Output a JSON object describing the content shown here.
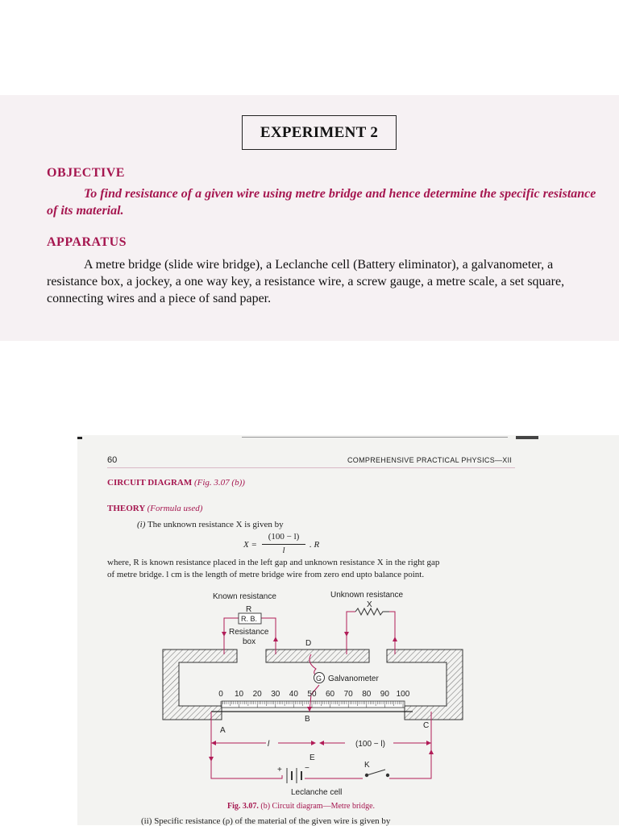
{
  "page1": {
    "title": "EXPERIMENT 2",
    "objective_heading": "OBJECTIVE",
    "objective_text": "To find resistance of a given wire using metre bridge and hence determine the specific resistance of its material.",
    "apparatus_heading": "APPARATUS",
    "apparatus_text": "A metre bridge (slide wire bridge), a Leclanche cell (Battery eliminator), a galvanometer, a resistance box, a jockey, a one way key, a resistance wire, a screw gauge, a metre scale, a set square, connecting wires and a piece of sand paper."
  },
  "page2": {
    "page_number": "60",
    "running_head": "COMPREHENSIVE PRACTICAL PHYSICS—XII",
    "circuit_heading": "CIRCUIT DIAGRAM",
    "circuit_ref": "(Fig. 3.07 (b))",
    "theory_heading": "THEORY",
    "theory_ref": "(Formula used)",
    "theory_line1_prefix": "(i)",
    "theory_line1": "The unknown resistance X is given by",
    "formula_lhs": "X =",
    "formula_num": "(100 − l)",
    "formula_den": "l",
    "formula_rhs": ". R",
    "where_line1": "where, R is known resistance placed in the left gap and unknown resistance X in the right gap",
    "where_line2": "of metre bridge. l cm is the length of metre bridge wire from zero end upto balance point.",
    "diagram": {
      "known_resistance": "Known resistance",
      "r_label": "R",
      "rb_label": "R. B.",
      "resistance_box_1": "Resistance",
      "resistance_box_2": "box",
      "unknown_resistance": "Unknown resistance",
      "x_label": "X",
      "d_label": "D",
      "g_label": "G",
      "galvanometer": "Galvanometer",
      "scale": [
        "0",
        "10",
        "20",
        "30",
        "40",
        "50",
        "60",
        "70",
        "80",
        "90",
        "100"
      ],
      "a_label": "A",
      "b_label": "B",
      "c_label": "C",
      "l_label": "l",
      "hundred_minus_l": "(100 − l)",
      "e_label": "E",
      "plus": "+",
      "minus": "−",
      "k_label": "K",
      "leclanche_cell": "Leclanche cell"
    },
    "fig_caption_bold": "Fig. 3.07.",
    "fig_caption_rest": "(b) Circuit diagram—Metre bridge.",
    "next_line": "(ii) Specific resistance (ρ) of the material of the given wire is given by"
  }
}
